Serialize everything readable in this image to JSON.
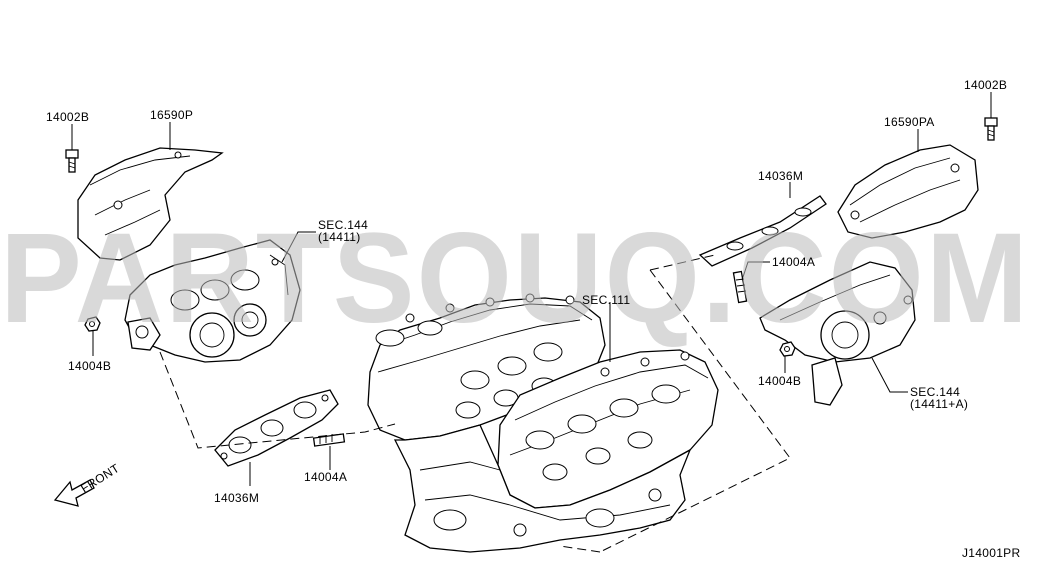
{
  "watermark": "PARTSOUQ.COM",
  "diagram_code": "J14001PR",
  "front_label": "FRONT",
  "labels": {
    "bolt_left": "14002B",
    "heat_shield_left": "16590P",
    "sec_144_left": "SEC.144",
    "sec_144_left_sub": "(14411)",
    "nut_left": "14004B",
    "gasket_left": "14036M",
    "stud_left": "14004A",
    "sec_111": "SEC.111",
    "bolt_right": "14002B",
    "heat_shield_right": "16590PA",
    "gasket_right": "14036M",
    "stud_right": "14004A",
    "nut_right": "14004B",
    "sec_144_right": "SEC.144",
    "sec_144_right_sub": "(14411+A)"
  }
}
